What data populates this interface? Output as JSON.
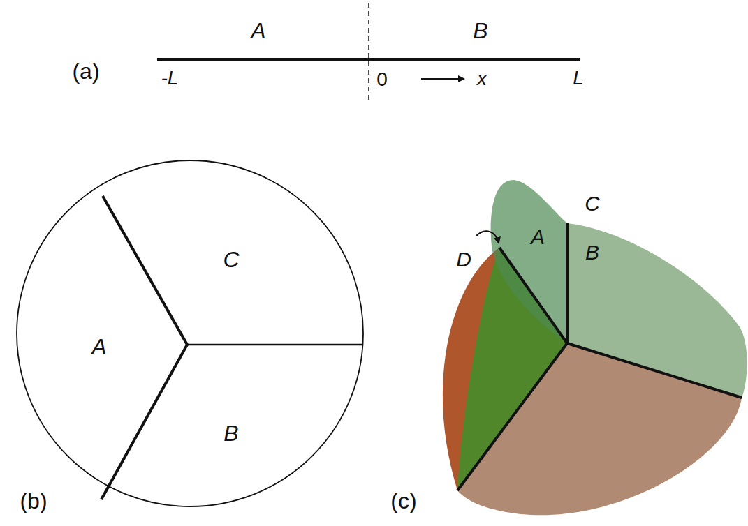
{
  "diagram": {
    "labels": [
      "(a)",
      "A",
      "B",
      "-L",
      "0",
      "x",
      "L",
      "(b)",
      "C",
      "A",
      "B",
      "(c)",
      "A",
      "C",
      "B",
      "D"
    ]
  }
}
